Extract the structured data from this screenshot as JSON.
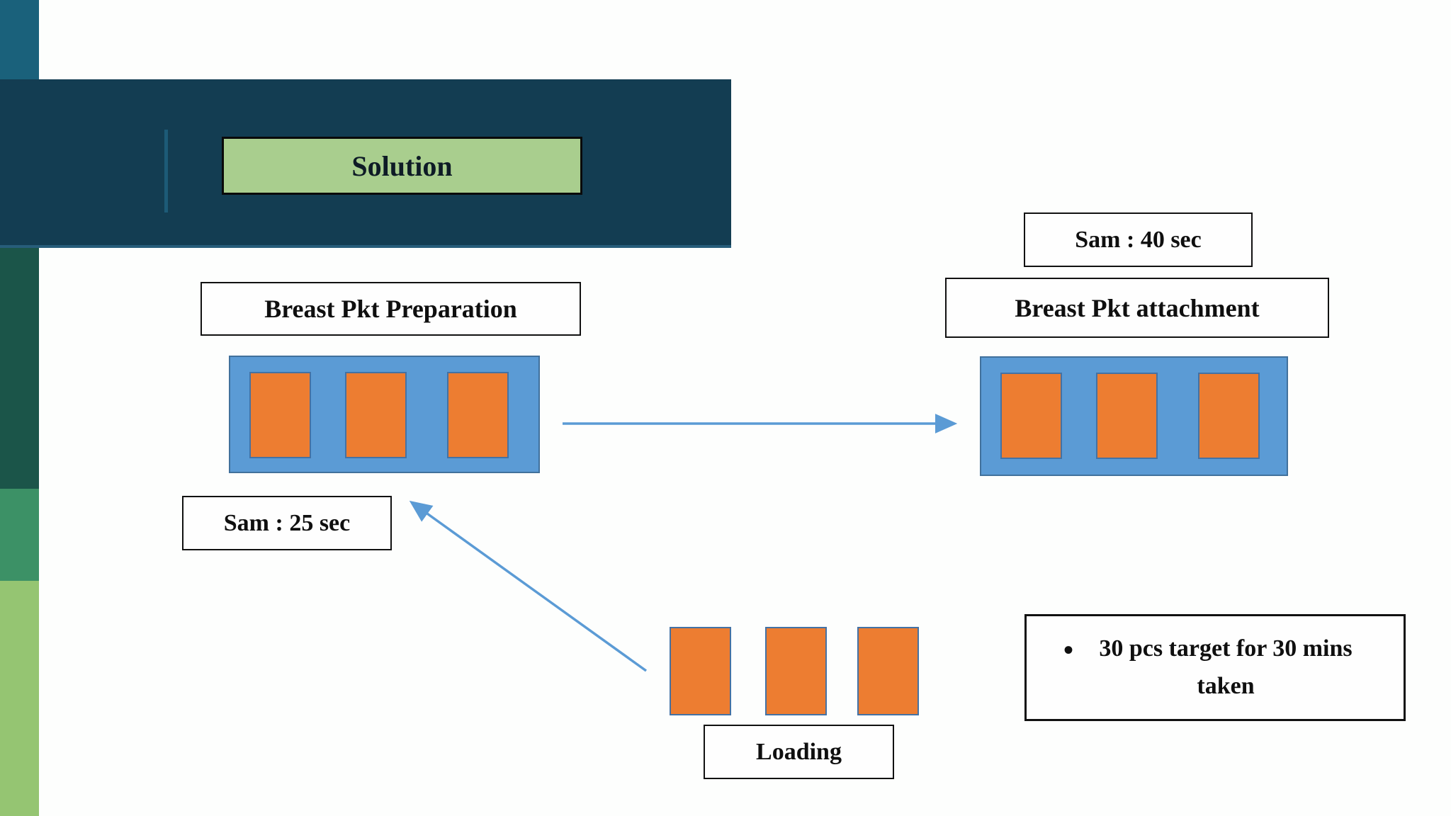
{
  "slide": {
    "title": "Solution",
    "stations": [
      {
        "id": "loading",
        "label": "Loading",
        "pieces": 3
      },
      {
        "id": "preparation",
        "label": "Breast Pkt Preparation",
        "sam": "Sam : 25 sec",
        "pieces": 3
      },
      {
        "id": "attachment",
        "label": "Breast Pkt attachment",
        "sam": "Sam : 40 sec",
        "pieces": 3
      }
    ],
    "flow": [
      {
        "from": "loading",
        "to": "preparation"
      },
      {
        "from": "preparation",
        "to": "attachment"
      }
    ],
    "note": {
      "bullet": "•",
      "line1": "30 pcs target for 30 mins",
      "line2": "taken"
    },
    "colors": {
      "banner": "#133d52",
      "sidebar_teal": "#1a617b",
      "sidebar_dark_green": "#1b5549",
      "sidebar_mid_green": "#3c9166",
      "sidebar_light_green": "#95c572",
      "title_fill": "#a9ce8e",
      "container_blue": "#5b9bd5",
      "container_border": "#41719c",
      "piece_orange": "#ed7d31",
      "piece_border": "#4472a4",
      "arrow_blue": "#5b9bd5"
    }
  }
}
